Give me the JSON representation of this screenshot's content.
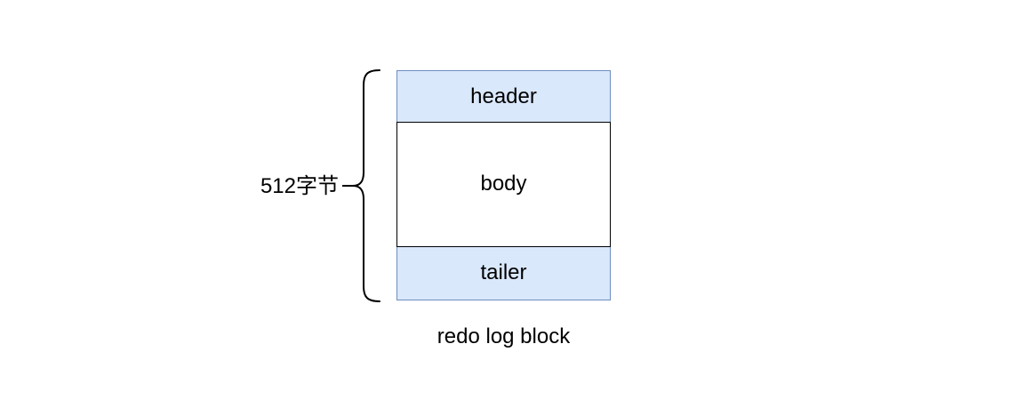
{
  "diagram": {
    "brace_label": "512字节",
    "caption": "redo log block",
    "blocks": [
      {
        "label": "header",
        "style": "blue"
      },
      {
        "label": "body",
        "style": "white"
      },
      {
        "label": "tailer",
        "style": "blue"
      }
    ],
    "colors": {
      "block_fill": "#dae8fc",
      "block_border": "#6c8ebf",
      "body_border": "#000000",
      "text": "#000000"
    }
  }
}
